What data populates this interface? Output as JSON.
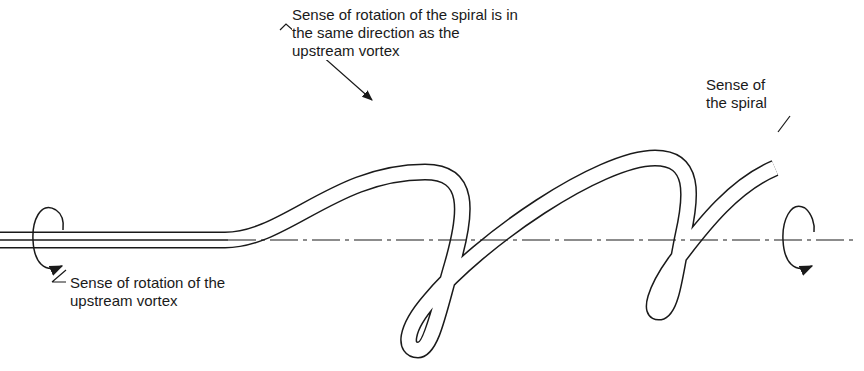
{
  "diagram": {
    "labels": [
      "Sense of rotation of the spiral is in the same direction as the upstream vortex",
      "Sense of the spiral",
      "Sense of rotation of the upstream vortex"
    ]
  }
}
